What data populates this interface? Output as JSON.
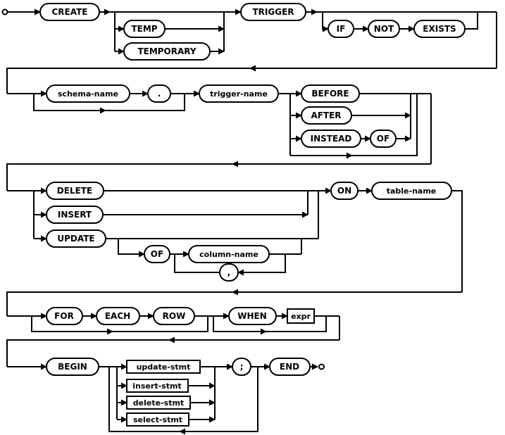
{
  "diagram": {
    "colors": {
      "line": "#000000",
      "box_fill": "#ffffff",
      "text": "#000000"
    },
    "keywords": {
      "create": "CREATE",
      "temp": "TEMP",
      "temporary": "TEMPORARY",
      "trigger": "TRIGGER",
      "if": "IF",
      "not": "NOT",
      "exists": "EXISTS",
      "before": "BEFORE",
      "after": "AFTER",
      "instead": "INSTEAD",
      "of": "OF",
      "delete": "DELETE",
      "insert": "INSERT",
      "update": "UPDATE",
      "of_columns": "OF",
      "on": "ON",
      "for": "FOR",
      "each": "EACH",
      "row": "ROW",
      "when": "WHEN",
      "begin": "BEGIN",
      "end": "END"
    },
    "literals": {
      "dot": ".",
      "comma": ",",
      "semicolon": ";"
    },
    "names": {
      "schema_name": "schema-name",
      "trigger_name": "trigger-name",
      "table_name": "table-name",
      "column_name": "column-name"
    },
    "nonterminals": {
      "expr": "expr",
      "update_stmt": "update-stmt",
      "insert_stmt": "insert-stmt",
      "delete_stmt": "delete-stmt",
      "select_stmt": "select-stmt"
    }
  }
}
